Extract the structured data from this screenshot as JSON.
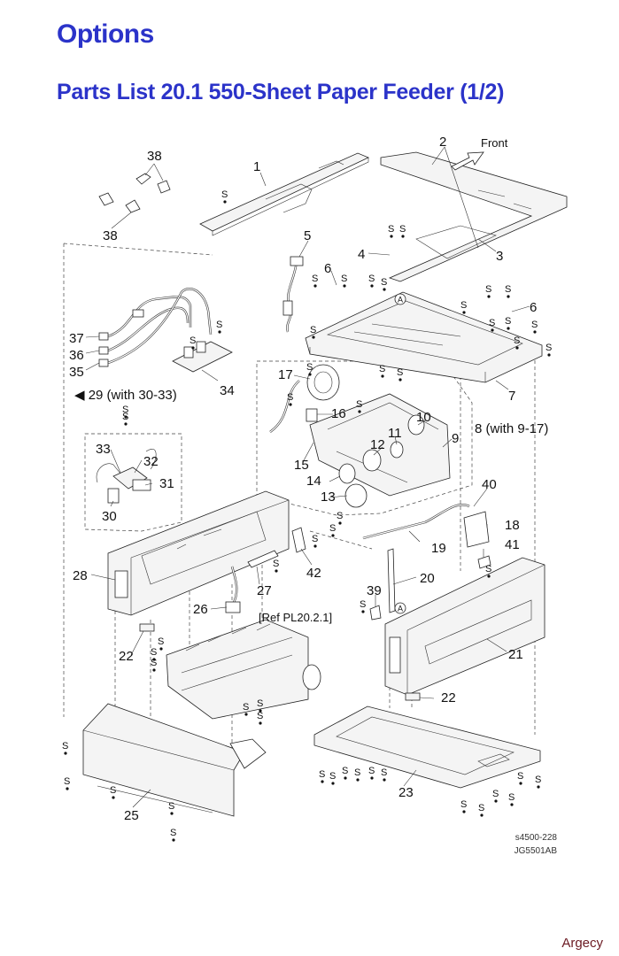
{
  "page": {
    "title": "Options",
    "subtitle": "Parts List 20.1 550-Sheet Paper Feeder (1/2)",
    "ref_code": "s4500-228",
    "ref_code2": "JG5501AB",
    "brand": "Argecy"
  },
  "diagram": {
    "callouts": [
      {
        "id": "1",
        "text": "1"
      },
      {
        "id": "2",
        "text": "2"
      },
      {
        "id": "front",
        "text": "Front"
      },
      {
        "id": "3",
        "text": "3"
      },
      {
        "id": "4",
        "text": "4"
      },
      {
        "id": "5",
        "text": "5"
      },
      {
        "id": "6a",
        "text": "6"
      },
      {
        "id": "6b",
        "text": "6"
      },
      {
        "id": "7",
        "text": "7"
      },
      {
        "id": "8",
        "text": "8 (with 9-17)"
      },
      {
        "id": "9",
        "text": "9"
      },
      {
        "id": "10",
        "text": "10"
      },
      {
        "id": "11",
        "text": "11"
      },
      {
        "id": "12",
        "text": "12"
      },
      {
        "id": "13",
        "text": "13"
      },
      {
        "id": "14",
        "text": "14"
      },
      {
        "id": "15",
        "text": "15"
      },
      {
        "id": "16",
        "text": "16"
      },
      {
        "id": "17",
        "text": "17"
      },
      {
        "id": "18",
        "text": "18"
      },
      {
        "id": "19",
        "text": "19"
      },
      {
        "id": "20",
        "text": "20"
      },
      {
        "id": "21",
        "text": "21"
      },
      {
        "id": "22a",
        "text": "22"
      },
      {
        "id": "22b",
        "text": "22"
      },
      {
        "id": "23",
        "text": "23"
      },
      {
        "id": "25",
        "text": "25"
      },
      {
        "id": "26",
        "text": "26"
      },
      {
        "id": "27",
        "text": "27"
      },
      {
        "id": "28",
        "text": "28"
      },
      {
        "id": "29",
        "text": "29 (with 30-33)"
      },
      {
        "id": "30",
        "text": "30"
      },
      {
        "id": "31",
        "text": "31"
      },
      {
        "id": "32",
        "text": "32"
      },
      {
        "id": "33",
        "text": "33"
      },
      {
        "id": "34",
        "text": "34"
      },
      {
        "id": "35",
        "text": "35"
      },
      {
        "id": "36",
        "text": "36"
      },
      {
        "id": "37",
        "text": "37"
      },
      {
        "id": "38a",
        "text": "38"
      },
      {
        "id": "38b",
        "text": "38"
      },
      {
        "id": "39",
        "text": "39"
      },
      {
        "id": "40",
        "text": "40"
      },
      {
        "id": "41",
        "text": "41"
      },
      {
        "id": "42",
        "text": "42"
      },
      {
        "id": "refpl",
        "text": "[Ref PL20.2.1]"
      }
    ],
    "screw_label": "S",
    "circle_label": "A"
  }
}
